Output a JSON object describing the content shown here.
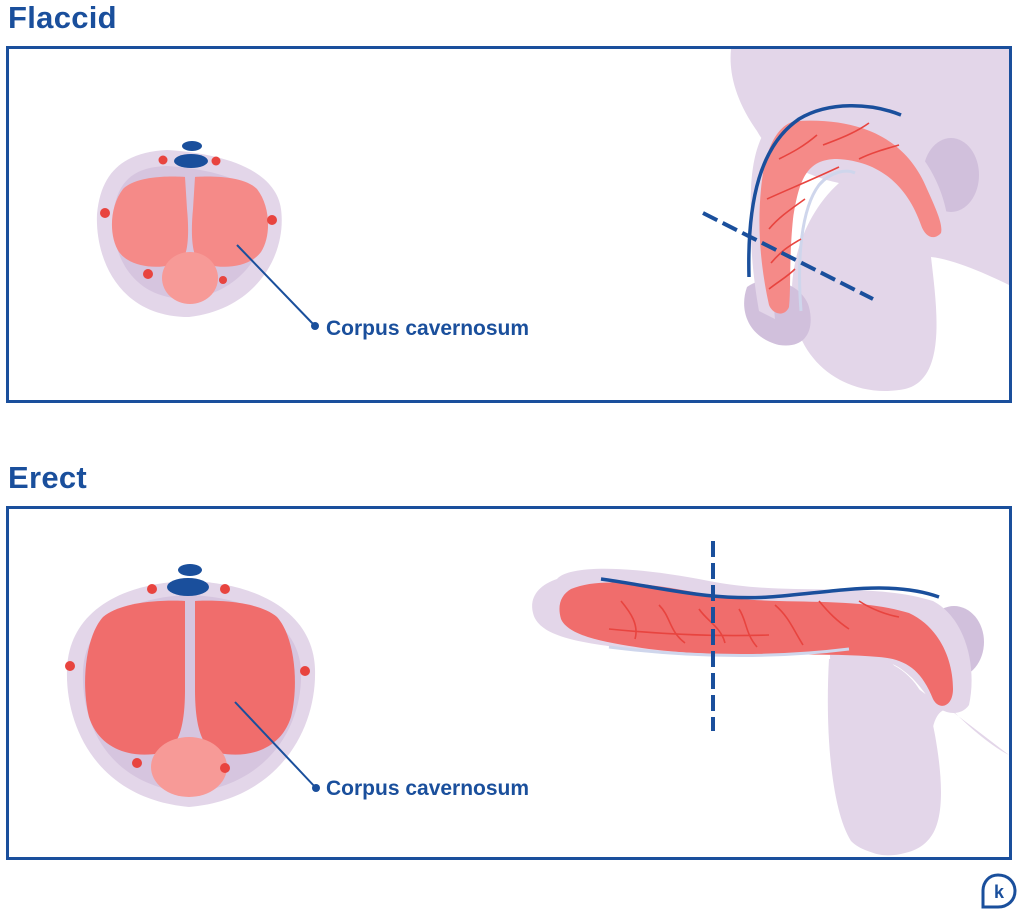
{
  "sections": [
    {
      "title": "Flaccid",
      "callout": "Corpus cavernosum"
    },
    {
      "title": "Erect",
      "callout": "Corpus cavernosum"
    }
  ],
  "brand": {
    "logo_letter": "k"
  },
  "colors": {
    "border": "#1a4f9c",
    "tissue": "#e3d6e9",
    "tissue_dark": "#d1c0dc",
    "corpus_flaccid": "#f58a88",
    "corpus_erect": "#f06d6c",
    "spongiosum": "#f79a97",
    "vessel": "#e8443f",
    "vein": "#1a4f9c"
  }
}
